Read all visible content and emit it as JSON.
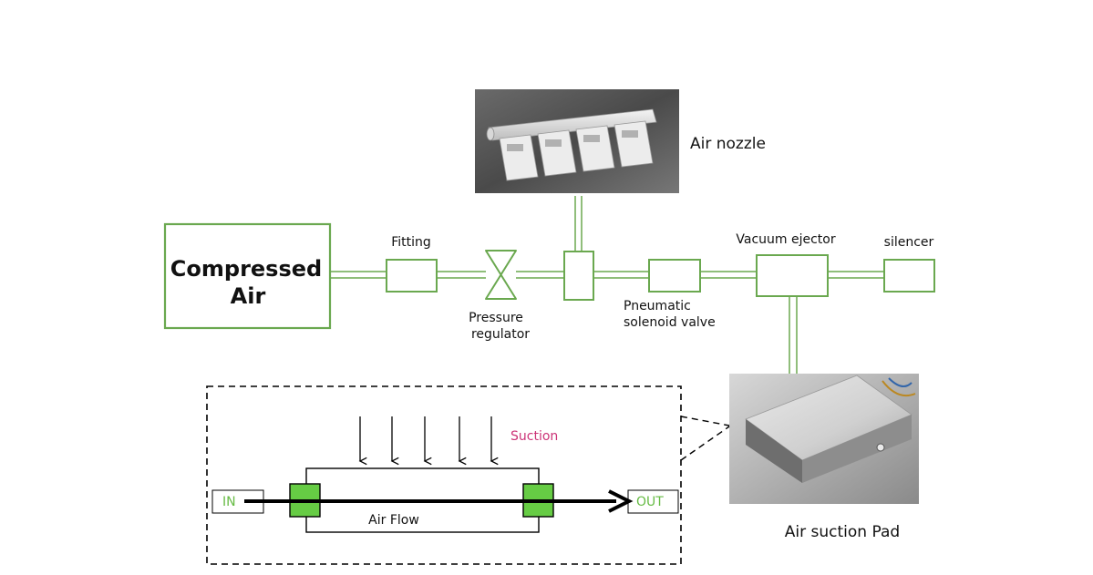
{
  "source": {
    "line1": "Compressed",
    "line2": "Air"
  },
  "components": {
    "fitting": "Fitting",
    "pressure_regulator": {
      "line1": "Pressure",
      "line2": "regulator"
    },
    "solenoid_valve": {
      "line1": "Pneumatic",
      "line2": "solenoid valve"
    },
    "vacuum_ejector": "Vacuum ejector",
    "silencer": "silencer"
  },
  "photos": {
    "air_nozzle": "Air nozzle",
    "air_suction_pad": "Air suction Pad"
  },
  "inset": {
    "suction": "Suction",
    "air_flow": "Air Flow",
    "in": "IN",
    "out": "OUT"
  },
  "colors": {
    "line_green": "#6aa84f",
    "fill_green": "#66cc44",
    "label_green": "#66bb44",
    "suction_magenta": "#cc3377"
  }
}
